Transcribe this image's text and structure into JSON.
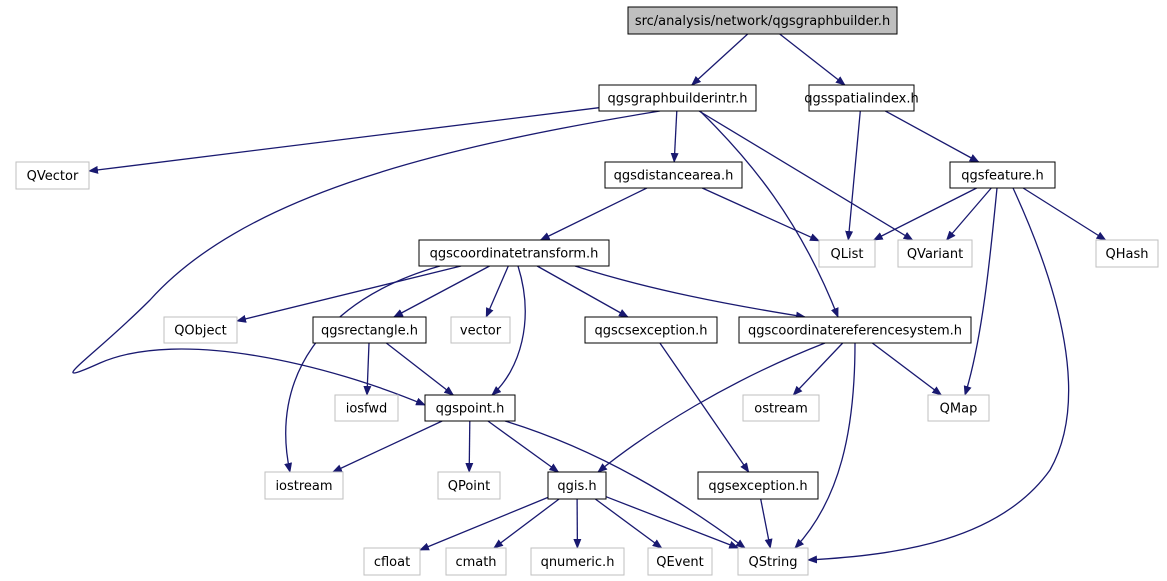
{
  "diagram": {
    "title": "src/analysis/network/qgsgraphbuilder.h",
    "colors": {
      "root_fill": "#bfbfbf",
      "node_stroke": "#000000",
      "external_stroke": "#bfbfbf",
      "edge": "#191970",
      "text": "#000000"
    },
    "nodes": [
      {
        "id": "root",
        "label": "src/analysis/network/qgsgraphbuilder.h",
        "kind": "root"
      },
      {
        "id": "intr",
        "label": "qgsgraphbuilderintr.h",
        "kind": "internal"
      },
      {
        "id": "spatial",
        "label": "qgsspatialindex.h",
        "kind": "internal"
      },
      {
        "id": "qvector",
        "label": "QVector",
        "kind": "external"
      },
      {
        "id": "distance",
        "label": "qgsdistancearea.h",
        "kind": "internal"
      },
      {
        "id": "feature",
        "label": "qgsfeature.h",
        "kind": "internal"
      },
      {
        "id": "transform",
        "label": "qgscoordinatetransform.h",
        "kind": "internal"
      },
      {
        "id": "qlist",
        "label": "QList",
        "kind": "external"
      },
      {
        "id": "qvariant",
        "label": "QVariant",
        "kind": "external"
      },
      {
        "id": "qhash",
        "label": "QHash",
        "kind": "external"
      },
      {
        "id": "qobject",
        "label": "QObject",
        "kind": "external"
      },
      {
        "id": "rect",
        "label": "qgsrectangle.h",
        "kind": "internal"
      },
      {
        "id": "vector",
        "label": "vector",
        "kind": "external"
      },
      {
        "id": "csexc",
        "label": "qgscsexception.h",
        "kind": "internal"
      },
      {
        "id": "crs",
        "label": "qgscoordinatereferencesystem.h",
        "kind": "internal"
      },
      {
        "id": "iosfwd",
        "label": "iosfwd",
        "kind": "external"
      },
      {
        "id": "point",
        "label": "qgspoint.h",
        "kind": "internal"
      },
      {
        "id": "ostream",
        "label": "ostream",
        "kind": "external"
      },
      {
        "id": "qmap",
        "label": "QMap",
        "kind": "external"
      },
      {
        "id": "iostream",
        "label": "iostream",
        "kind": "external"
      },
      {
        "id": "qpoint",
        "label": "QPoint",
        "kind": "external"
      },
      {
        "id": "qgis",
        "label": "qgis.h",
        "kind": "internal"
      },
      {
        "id": "exc",
        "label": "qgsexception.h",
        "kind": "internal"
      },
      {
        "id": "cfloat",
        "label": "cfloat",
        "kind": "external"
      },
      {
        "id": "cmath",
        "label": "cmath",
        "kind": "external"
      },
      {
        "id": "qnumeric",
        "label": "qnumeric.h",
        "kind": "external"
      },
      {
        "id": "qevent",
        "label": "QEvent",
        "kind": "external"
      },
      {
        "id": "qstring",
        "label": "QString",
        "kind": "external"
      }
    ],
    "edges": [
      {
        "from": "root",
        "to": "intr"
      },
      {
        "from": "root",
        "to": "spatial"
      },
      {
        "from": "intr",
        "to": "qvector"
      },
      {
        "from": "intr",
        "to": "distance"
      },
      {
        "from": "intr",
        "to": "crs"
      },
      {
        "from": "intr",
        "to": "qvariant"
      },
      {
        "from": "intr",
        "to": "point"
      },
      {
        "from": "spatial",
        "to": "qlist"
      },
      {
        "from": "spatial",
        "to": "feature"
      },
      {
        "from": "distance",
        "to": "transform"
      },
      {
        "from": "distance",
        "to": "qlist"
      },
      {
        "from": "feature",
        "to": "qlist"
      },
      {
        "from": "feature",
        "to": "qvariant"
      },
      {
        "from": "feature",
        "to": "qhash"
      },
      {
        "from": "feature",
        "to": "qmap"
      },
      {
        "from": "feature",
        "to": "qstring"
      },
      {
        "from": "transform",
        "to": "qobject"
      },
      {
        "from": "transform",
        "to": "rect"
      },
      {
        "from": "transform",
        "to": "vector"
      },
      {
        "from": "transform",
        "to": "csexc"
      },
      {
        "from": "transform",
        "to": "crs"
      },
      {
        "from": "transform",
        "to": "iostream"
      },
      {
        "from": "transform",
        "to": "point"
      },
      {
        "from": "rect",
        "to": "iosfwd"
      },
      {
        "from": "rect",
        "to": "point"
      },
      {
        "from": "csexc",
        "to": "exc"
      },
      {
        "from": "crs",
        "to": "ostream"
      },
      {
        "from": "crs",
        "to": "qmap"
      },
      {
        "from": "crs",
        "to": "qgis"
      },
      {
        "from": "crs",
        "to": "qstring"
      },
      {
        "from": "point",
        "to": "iostream"
      },
      {
        "from": "point",
        "to": "qpoint"
      },
      {
        "from": "point",
        "to": "qgis"
      },
      {
        "from": "point",
        "to": "qstring"
      },
      {
        "from": "qgis",
        "to": "cfloat"
      },
      {
        "from": "qgis",
        "to": "cmath"
      },
      {
        "from": "qgis",
        "to": "qnumeric"
      },
      {
        "from": "qgis",
        "to": "qevent"
      },
      {
        "from": "qgis",
        "to": "qstring"
      },
      {
        "from": "exc",
        "to": "qstring"
      }
    ]
  }
}
